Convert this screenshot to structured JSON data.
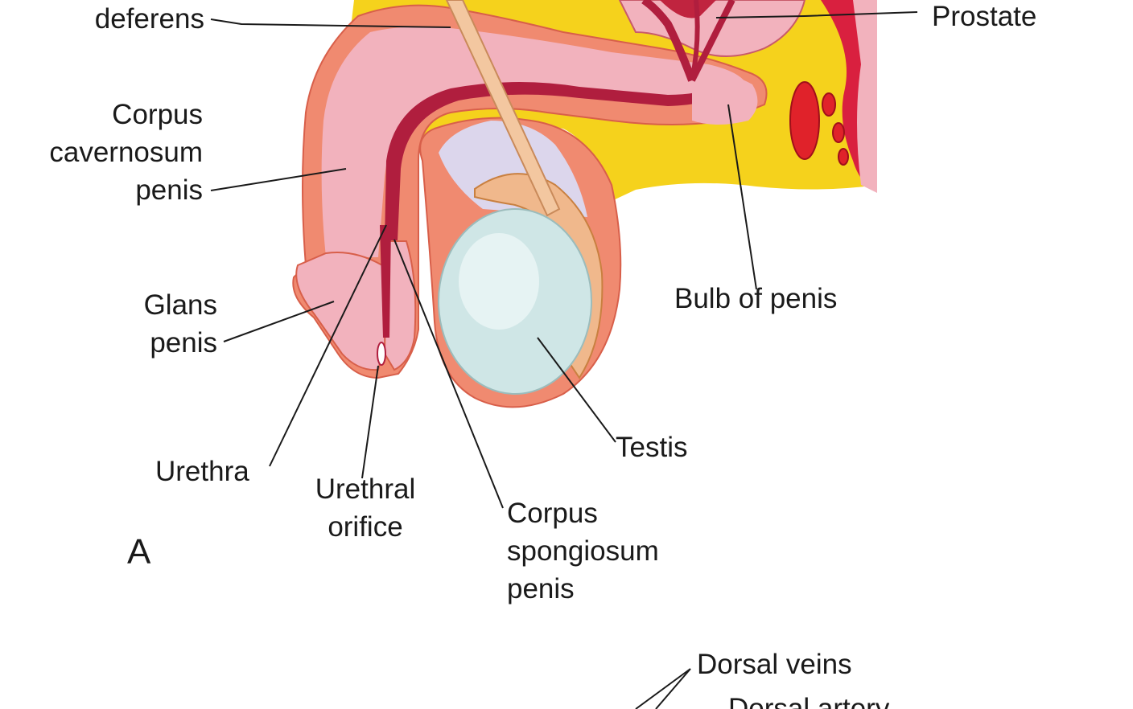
{
  "figure": {
    "panel_letter": "A",
    "labels": {
      "ductus_deferens": [
        "deferens"
      ],
      "prostate": [
        "Prostate"
      ],
      "corpus_cavernosum": [
        "Corpus",
        "cavernosum",
        "penis"
      ],
      "glans_penis": [
        "Glans",
        "penis"
      ],
      "bulb_of_penis": [
        "Bulb of penis"
      ],
      "testis": [
        "Testis"
      ],
      "urethra": [
        "Urethra"
      ],
      "urethral_orifice": [
        "Urethral",
        "orifice"
      ],
      "corpus_spongiosum": [
        "Corpus",
        "spongiosum",
        "penis"
      ],
      "dorsal_veins": [
        "Dorsal veins"
      ],
      "dorsal_artery": [
        "Dorsal artery"
      ]
    },
    "colors": {
      "skin": "#f08a70",
      "fat": "#f5d21c",
      "erectile_pink": "#f2b2bd",
      "vessel_red": "#b01e3e",
      "testis": "#cfe6e6",
      "epididymis": "#f0b88c",
      "vas": "#f3c7a0"
    }
  }
}
